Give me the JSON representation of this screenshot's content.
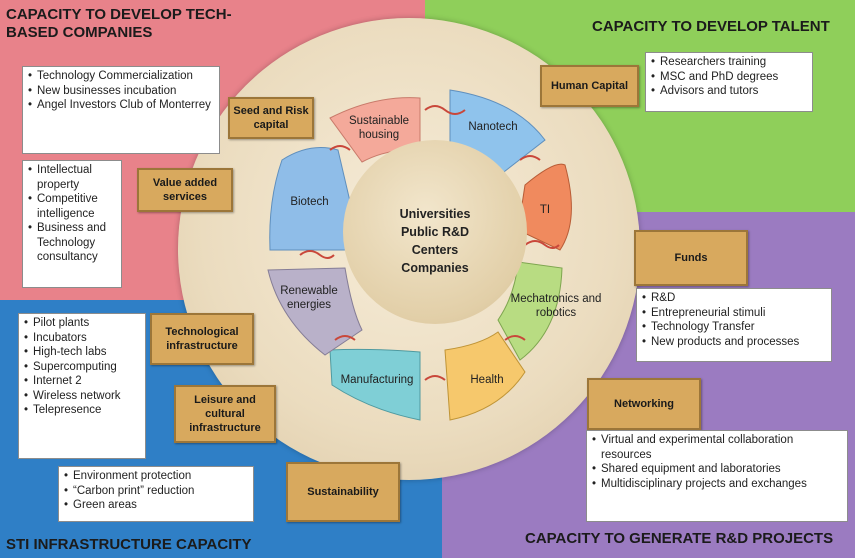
{
  "quadrants": {
    "tech": {
      "title": "CAPACITY TO DEVELOP TECH-BASED COMPANIES",
      "color": "#e8828a"
    },
    "talent": {
      "title": "CAPACITY TO DEVELOP TALENT",
      "color": "#8fcf5a"
    },
    "rd": {
      "title": "CAPACITY TO GENERATE R&D PROJECTS",
      "color": "#9b7bc1"
    },
    "infra": {
      "title": "STI INFRASTRUCTURE CAPACITY",
      "color": "#2f7fc6"
    }
  },
  "center": {
    "lines": [
      "Universities",
      "Public R&D",
      "Centers",
      "Companies"
    ]
  },
  "petals": [
    {
      "label": "Sustainable housing",
      "color": "#f4a99a"
    },
    {
      "label": "Nanotech",
      "color": "#8fc3ec"
    },
    {
      "label": "TI",
      "color": "#f08a5e"
    },
    {
      "label": "Mechatronics and robotics",
      "color": "#b8dc82"
    },
    {
      "label": "Health",
      "color": "#f6c86c"
    },
    {
      "label": "Manufacturing",
      "color": "#7fcfd6"
    },
    {
      "label": "Renewable energies",
      "color": "#b9b1c9"
    },
    {
      "label": "Biotech",
      "color": "#8fbde8"
    }
  ],
  "boxes": {
    "seed": {
      "label": "Seed and Risk capital",
      "items": [
        "Technology Commercialization",
        "New businesses incubation",
        "Angel Investors Club of Monterrey"
      ]
    },
    "value": {
      "label": "Value added services",
      "items": [
        "Intellectual property",
        "Competitive intelligence",
        "Business and Technology consultancy"
      ]
    },
    "human": {
      "label": "Human Capital",
      "items": [
        "Researchers training",
        "MSC and PhD degrees",
        "Advisors and tutors"
      ]
    },
    "funds": {
      "label": "Funds",
      "items": [
        "R&D",
        "Entrepreneurial stimuli",
        "Technology Transfer",
        "New products and processes"
      ]
    },
    "networking": {
      "label": "Networking",
      "items": [
        "Virtual and experimental collaboration resources",
        "Shared equipment and laboratories",
        "Multidisciplinary projects and exchanges"
      ]
    },
    "techinfra": {
      "label": "Technological infrastructure",
      "items": [
        "Pilot plants",
        "Incubators",
        "High-tech labs",
        "Supercomputing",
        "Internet 2",
        "Wireless network",
        "Telepresence"
      ]
    },
    "leisure": {
      "label": "Leisure and cultural infrastructure"
    },
    "sustain": {
      "label": "Sustainability",
      "items": [
        "Environment protection",
        "“Carbon print” reduction",
        "Green areas"
      ]
    }
  }
}
